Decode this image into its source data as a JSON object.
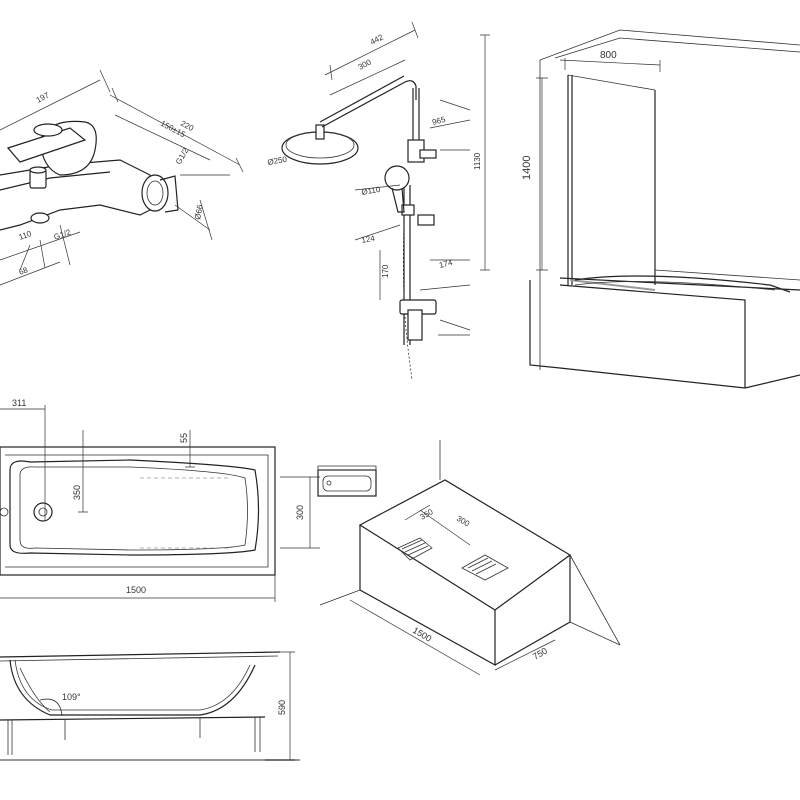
{
  "diagram": {
    "faucet": {
      "dimensions": [
        "197",
        "220",
        "150±15",
        "G1/2",
        "Ø66",
        "G1/2",
        "110",
        "68"
      ]
    },
    "shower": {
      "dimensions": [
        "442",
        "300",
        "Ø250",
        "Ø110",
        "1130",
        "965",
        "124",
        "170",
        "174"
      ]
    },
    "screen": {
      "width": "800",
      "height": "1400"
    },
    "bathtub_top": {
      "dims": {
        "offset": "311",
        "h350": "350",
        "h55": "55",
        "h300": "300",
        "length": "1500"
      }
    },
    "bathtub_side": {
      "angle": "109°",
      "height": "590"
    },
    "iso_box": {
      "top_a": "350",
      "top_b": "300",
      "length": "1500",
      "width": "750"
    }
  }
}
